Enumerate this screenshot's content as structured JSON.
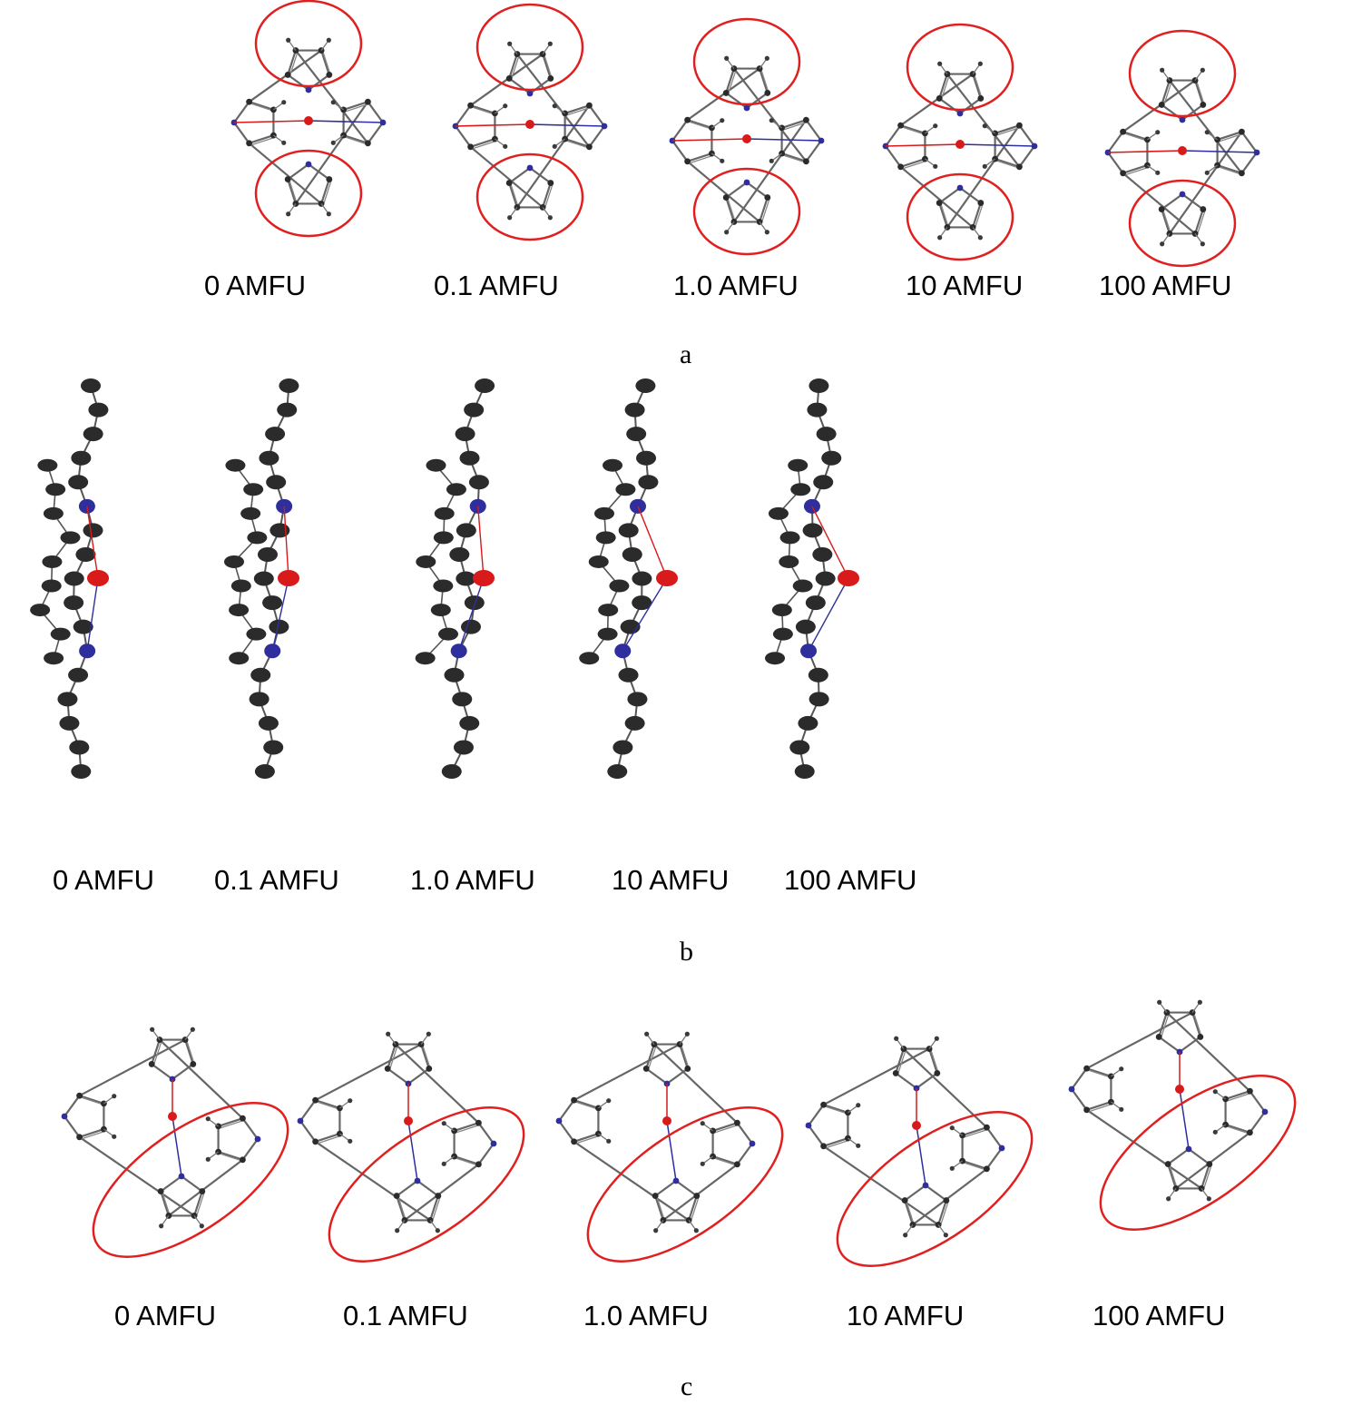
{
  "panels": [
    {
      "letter": "a",
      "labels": [
        "0 AMFU",
        "0.1 AMFU",
        "1.0 AMFU",
        "10 AMFU",
        "100 AMFU"
      ]
    },
    {
      "letter": "b",
      "labels": [
        "0 AMFU",
        "0.1 AMFU",
        "1.0 AMFU",
        "10 AMFU",
        "100 AMFU"
      ]
    },
    {
      "letter": "c",
      "labels": [
        "0 AMFU",
        "0.1 AMFU",
        "1.0 AMFU",
        "10 AMFU",
        "100 AMFU"
      ]
    }
  ],
  "colors": {
    "carbon": "#2b2b2b",
    "nitrogen": "#2e2e9c",
    "oxygen": "#d91a1a",
    "hydrogen": "#3a3a3a",
    "highlight": "#e02020"
  }
}
